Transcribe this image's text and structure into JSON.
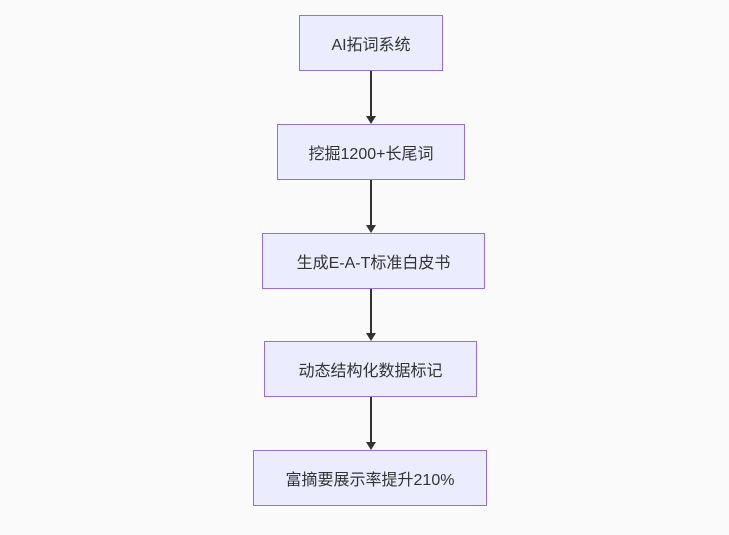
{
  "flowchart": {
    "type": "vertical-flowchart",
    "nodes": [
      {
        "label": "AI拓词系统"
      },
      {
        "label": "挖掘1200+长尾词"
      },
      {
        "label": "生成E-A-T标准白皮书"
      },
      {
        "label": "动态结构化数据标记"
      },
      {
        "label": "富摘要展示率提升210%"
      }
    ],
    "edges": [
      {
        "from": 0,
        "to": 1,
        "style": "arrow-down"
      },
      {
        "from": 1,
        "to": 2,
        "style": "arrow-down"
      },
      {
        "from": 2,
        "to": 3,
        "style": "arrow-down"
      },
      {
        "from": 3,
        "to": 4,
        "style": "arrow-down"
      }
    ],
    "colors": {
      "background": "#fafafa",
      "node_fill": "#ECECFF",
      "node_border": "#9370DB",
      "arrow": "#333333",
      "text": "#333333"
    }
  }
}
